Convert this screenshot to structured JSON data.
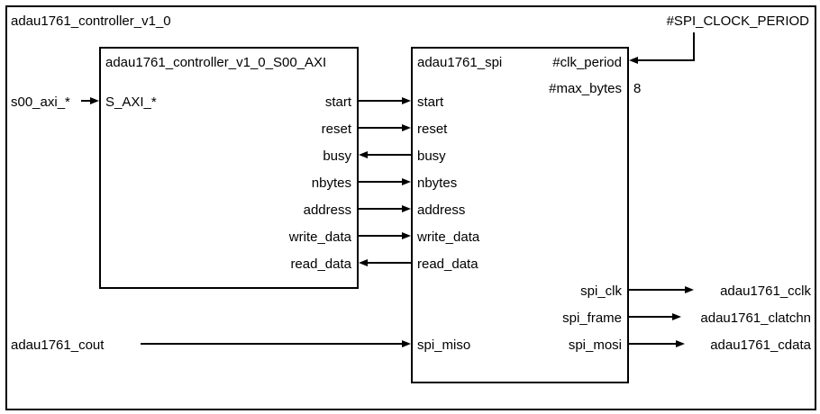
{
  "outer": {
    "title": "adau1761_controller_v1_0"
  },
  "axi_block": {
    "title": "adau1761_controller_v1_0_S00_AXI",
    "input_port": "S_AXI_*",
    "ports": [
      {
        "label": "start",
        "dir": "out"
      },
      {
        "label": "reset",
        "dir": "out"
      },
      {
        "label": "busy",
        "dir": "in"
      },
      {
        "label": "nbytes",
        "dir": "out"
      },
      {
        "label": "address",
        "dir": "out"
      },
      {
        "label": "write_data",
        "dir": "out"
      },
      {
        "label": "read_data",
        "dir": "in"
      }
    ]
  },
  "spi_block": {
    "title": "adau1761_spi",
    "param_clk": "#clk_period",
    "param_max_bytes": "#max_bytes",
    "max_bytes_value": "8",
    "ports_left": [
      "start",
      "reset",
      "busy",
      "nbytes",
      "address",
      "write_data",
      "read_data"
    ],
    "spi_miso": "spi_miso",
    "ports_right": [
      "spi_clk",
      "spi_frame",
      "spi_mosi"
    ]
  },
  "external": {
    "axi_input": "s00_axi_*",
    "cout_input": "adau1761_cout",
    "clock_param": "#SPI_CLOCK_PERIOD",
    "outputs": [
      "adau1761_cclk",
      "adau1761_clatchn",
      "adau1761_cdata"
    ]
  }
}
